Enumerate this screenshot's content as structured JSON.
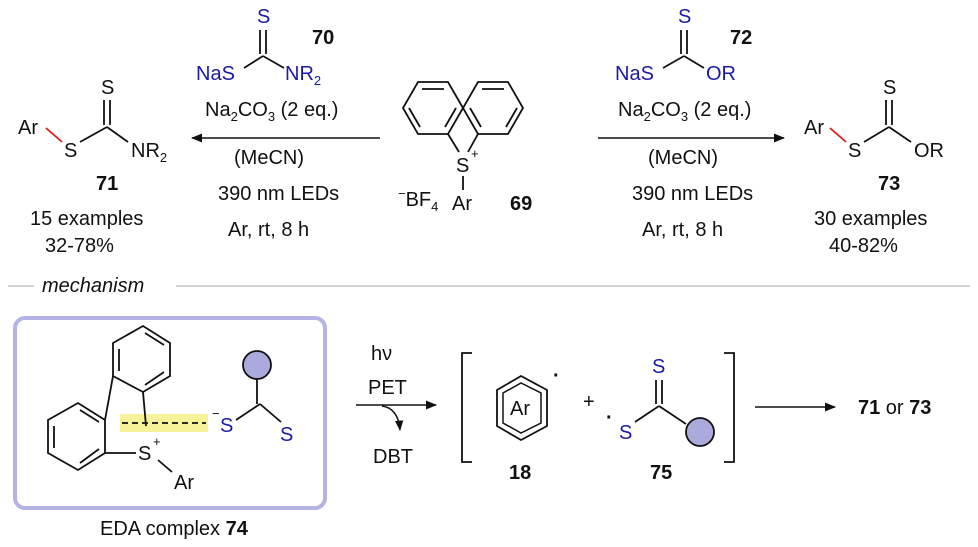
{
  "colors": {
    "text": "#111111",
    "reagent": "#1a1aa6",
    "new_bond": "#e01b1b",
    "frame": "#b3b3e6",
    "radical_ball": "#aaaadd",
    "highlight": "#f5f29a"
  },
  "scheme": {
    "reagent_left": {
      "label": "70",
      "atoms": {
        "s": "S",
        "nas": "NaS",
        "nr2": "NR",
        "sub": "2"
      }
    },
    "reagent_right": {
      "label": "72",
      "atoms": {
        "s": "S",
        "nas": "NaS",
        "or": "OR"
      }
    },
    "conditions_left": {
      "base_a": "Na",
      "base_sub1": "2",
      "base_b": "CO",
      "base_sub2": "3",
      "base_c": " (2 eq.)",
      "solvent": "(MeCN)",
      "light": "390 nm LEDs",
      "atmosphere": "Ar, rt, 8 h"
    },
    "conditions_right": {
      "base_a": "Na",
      "base_sub1": "2",
      "base_b": "CO",
      "base_sub2": "3",
      "base_c": " (2 eq.)",
      "solvent": "(MeCN)",
      "light": "390 nm LEDs",
      "atmosphere": "Ar, rt, 8 h"
    },
    "substrate": {
      "label": "69",
      "s": "S",
      "plus": "+",
      "ar": "Ar",
      "counterion_minus": "−",
      "counterion": "BF",
      "counterion_sub": "4"
    },
    "product_left": {
      "label": "71",
      "ar": "Ar",
      "s": "S",
      "s_top": "S",
      "nr2": "NR",
      "sub": "2",
      "examples": "15 examples",
      "yield": "32-78%"
    },
    "product_right": {
      "label": "73",
      "ar": "Ar",
      "s": "S",
      "s_top": "S",
      "or": "OR",
      "examples": "30 examples",
      "yield": "40-82%"
    }
  },
  "mechanism": {
    "heading": "mechanism",
    "eda": {
      "s": "S",
      "plus": "+",
      "ar": "Ar",
      "minus": "−",
      "s_anion": "S",
      "s_bottom": "S",
      "caption": "EDA complex ",
      "caption_label": "74"
    },
    "step1": {
      "light": "hν",
      "process": "PET",
      "byproduct": "DBT"
    },
    "radical_aryl": {
      "ar": "Ar",
      "dot": "·",
      "label": "18"
    },
    "plus_sign": "+",
    "radical_sulfur": {
      "dot": "·",
      "s": "S",
      "s_top": "S",
      "label": "75"
    },
    "result": {
      "a": "71",
      "or": " or ",
      "b": "73"
    }
  }
}
